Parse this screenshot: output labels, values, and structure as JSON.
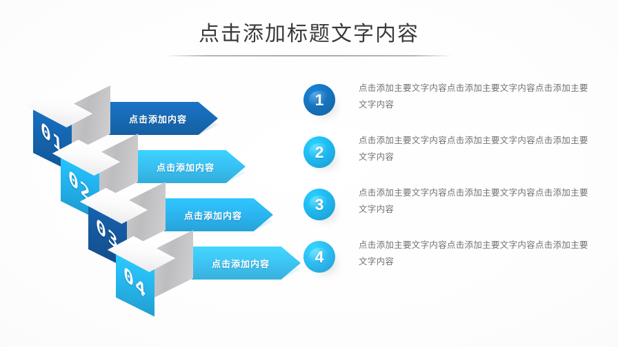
{
  "slide": {
    "title": "点击添加标题文字内容",
    "background_color": "#fcfcfd"
  },
  "steps": [
    {
      "number": "01",
      "banner_label": "点击添加内容",
      "face_color": "#1565b0",
      "banner_color": "#1769b3"
    },
    {
      "number": "02",
      "banner_label": "点击添加内容",
      "face_color": "#22b3ef",
      "banner_color": "#37c0f2"
    },
    {
      "number": "03",
      "banner_label": "点击添加内容",
      "face_color": "#15599f",
      "banner_color": "#2bb4ef"
    },
    {
      "number": "04",
      "banner_label": "点击添加内容",
      "face_color": "#27b9f2",
      "banner_color": "#3dc3f3"
    }
  ],
  "list": [
    {
      "number": "1",
      "color": "#1572bb",
      "text": "点击添加主要文字内容点击添加主要文字内容点击添加主要文字内容"
    },
    {
      "number": "2",
      "color": "#1fb6ee",
      "text": "点击添加主要文字内容点击添加主要文字内容点击添加主要文字内容"
    },
    {
      "number": "3",
      "color": "#20b4ed",
      "text": "点击添加主要文字内容点击添加主要文字内容点击添加主要文字内容"
    },
    {
      "number": "4",
      "color": "#2cb9f0",
      "text": "点击添加主要文字内容点击添加主要文字内容点击添加主要文字内容"
    }
  ]
}
